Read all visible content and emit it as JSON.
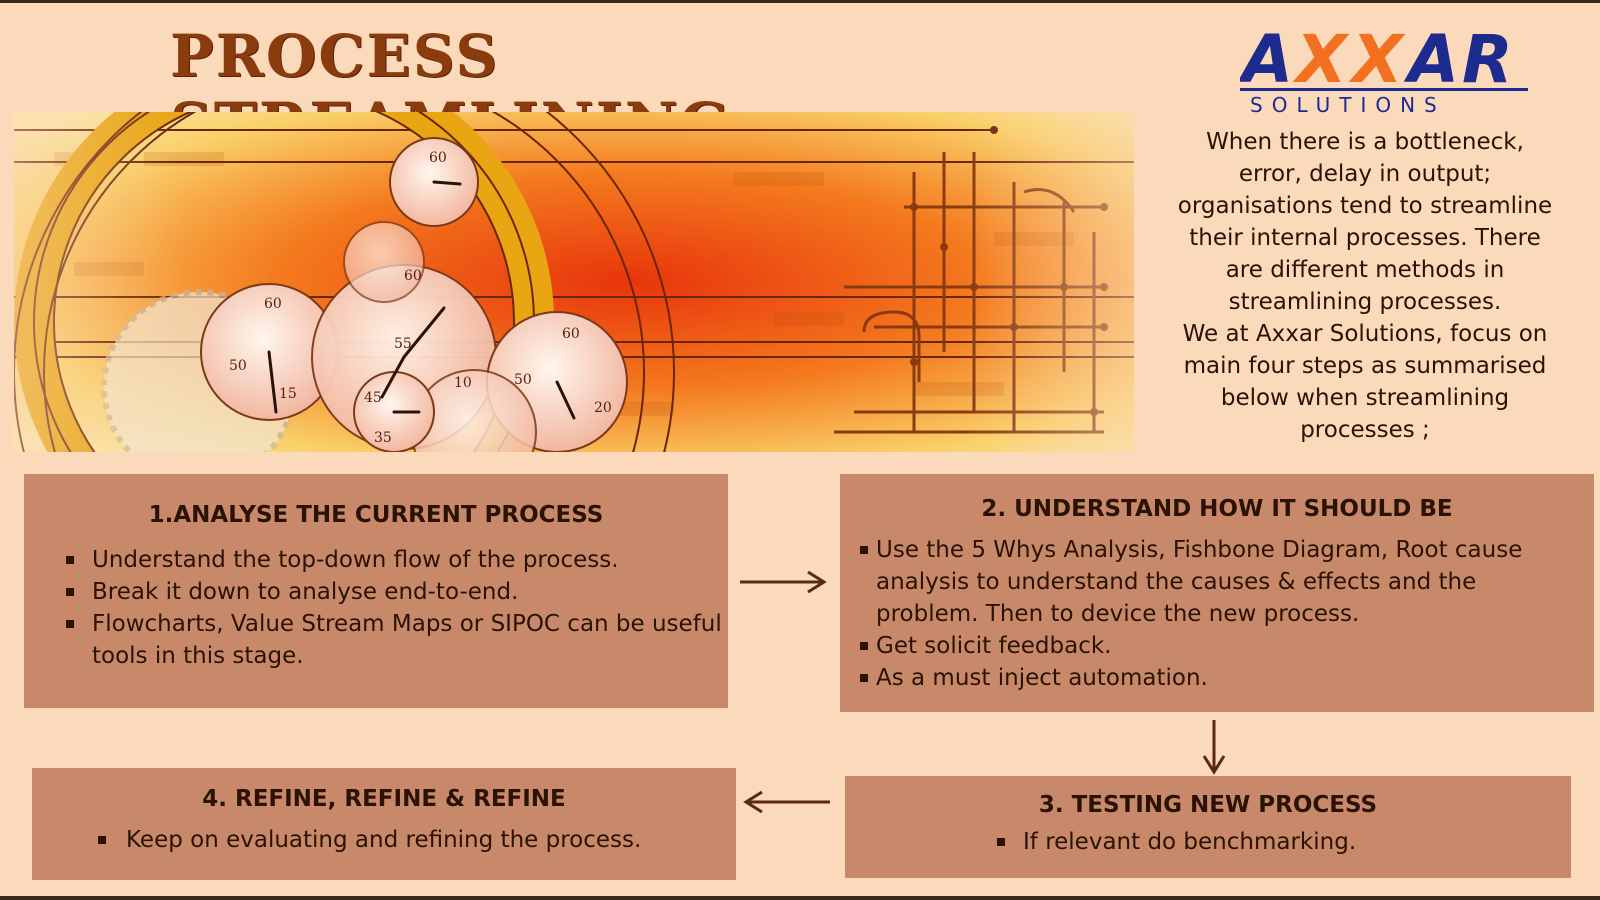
{
  "title": "PROCESS STREAMLINING",
  "logo": {
    "name": "AXXAR",
    "tagline": "SOLUTIONS",
    "colors": {
      "navy": "#1d2b8f",
      "orange": "#f37021"
    }
  },
  "intro": {
    "lines": [
      "When there is a bottleneck,",
      "error, delay in output;",
      "organisations tend to streamline",
      "their internal processes. There",
      "are different methods in",
      "streamlining processes.",
      "We at Axxar Solutions, focus on",
      "main four steps as summarised",
      "below when streamlining",
      "processes ;"
    ]
  },
  "steps": [
    {
      "title": "1.ANALYSE THE CURRENT PROCESS",
      "bullets": [
        "Understand the top-down flow of the process.",
        "Break it down to analyse end-to-end.",
        "Flowcharts, Value Stream Maps or SIPOC can be useful tools in this stage."
      ]
    },
    {
      "title": "2. UNDERSTAND HOW IT SHOULD BE",
      "bullets": [
        "Use the 5 Whys Analysis, Fishbone Diagram, Root cause analysis to understand the causes & effects and the problem. Then to device the new process.",
        "Get solicit feedback.",
        "As a must inject automation."
      ]
    },
    {
      "title": "3. TESTING NEW PROCESS",
      "bullets": [
        "If relevant do benchmarking."
      ]
    },
    {
      "title": "4. REFINE, REFINE & REFINE",
      "bullets": [
        "Keep on evaluating and refining the process."
      ]
    }
  ],
  "colors": {
    "background": "#fbd9bb",
    "step_box": "#c8896a",
    "title": "#8b3c0f",
    "arrow": "#5a2a10"
  }
}
